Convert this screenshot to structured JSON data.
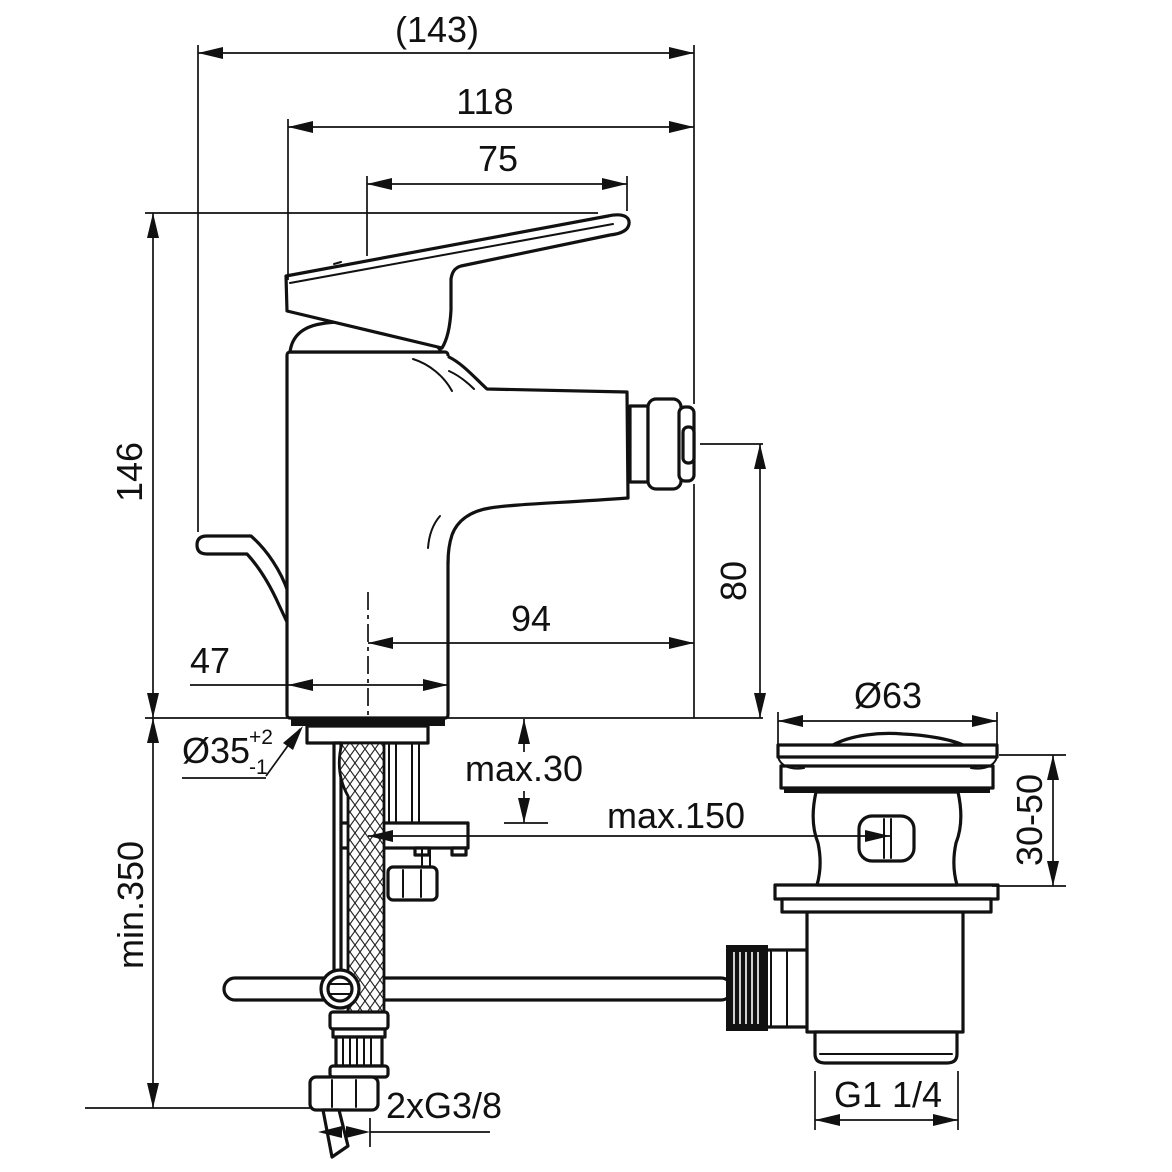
{
  "drawing": {
    "background": "#ffffff",
    "line_color": "#111111",
    "type": "technical-dimension-drawing",
    "subject": "single-lever bidet mixer with pop-up waste",
    "dimensions": {
      "overall_width": "(143)",
      "width_118": "118",
      "width_75": "75",
      "height_146": "146",
      "height_80": "80",
      "width_94": "94",
      "width_47": "47",
      "hole_dia": "Ø35",
      "hole_tol_plus": "+2",
      "hole_tol_minus": "-1",
      "deck_max": "max.30",
      "waste_distance_max": "max.150",
      "waste_flange_dia": "Ø63",
      "waste_height_range": "30-50",
      "hose_min_clearance": "min.350",
      "supply_thread": "2xG3/8",
      "waste_thread": "G1 1/4"
    }
  }
}
